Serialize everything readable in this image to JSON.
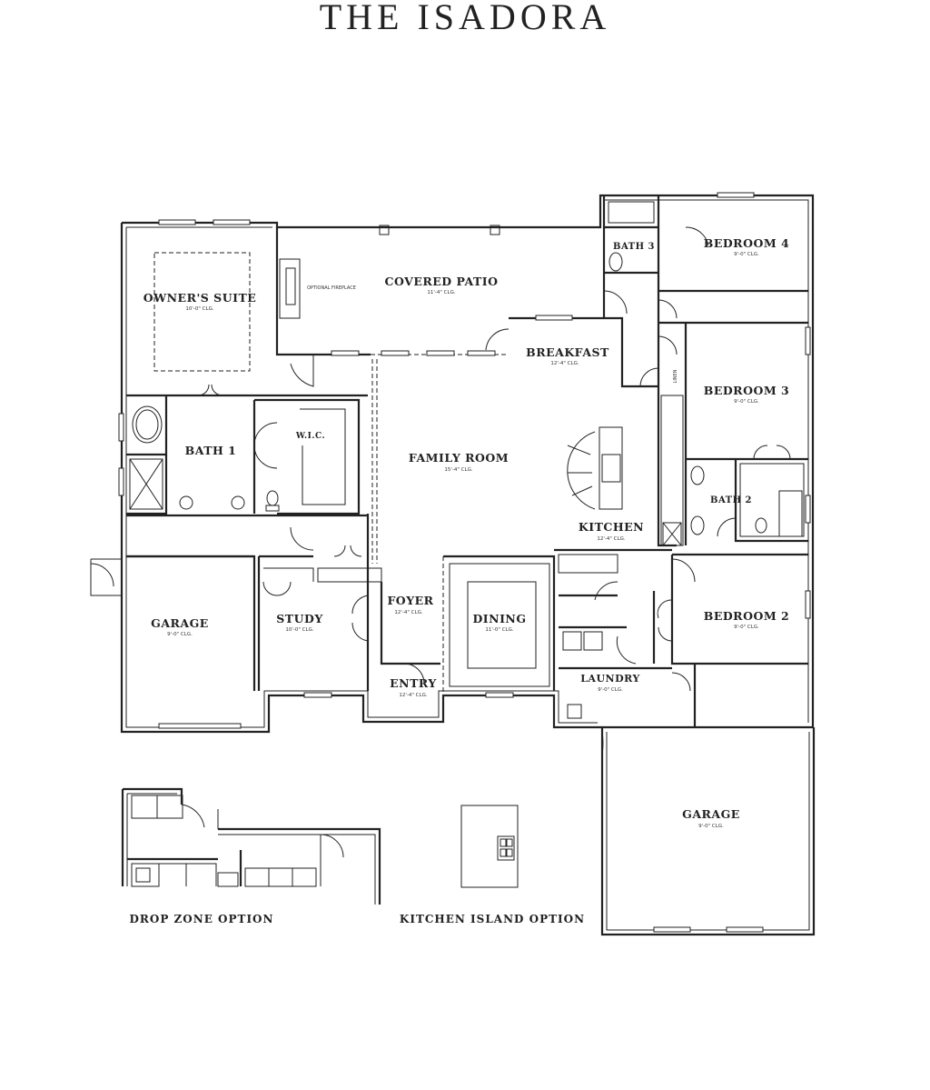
{
  "title": "THE ISADORA",
  "rooms": {
    "owners_suite": {
      "name": "OWNER'S SUITE",
      "ceiling": "10'-0\" CLG."
    },
    "covered_patio": {
      "name": "COVERED PATIO",
      "ceiling": "11'-4\" CLG."
    },
    "fireplace": {
      "name": "OPTIONAL FIREPLACE"
    },
    "breakfast": {
      "name": "BREAKFAST",
      "ceiling": "12'-4\" CLG."
    },
    "bath3": {
      "name": "BATH 3"
    },
    "bedroom4": {
      "name": "BEDROOM 4",
      "ceiling": "9'-0\" CLG."
    },
    "bedroom3": {
      "name": "BEDROOM 3",
      "ceiling": "9'-0\" CLG."
    },
    "bath1": {
      "name": "BATH 1"
    },
    "wic": {
      "name": "W.I.C."
    },
    "family_room": {
      "name": "FAMILY ROOM",
      "ceiling": "15'-4\" CLG."
    },
    "kitchen": {
      "name": "KITCHEN",
      "ceiling": "12'-4\" CLG."
    },
    "bath2": {
      "name": "BATH 2"
    },
    "garage_left": {
      "name": "GARAGE",
      "ceiling": "9'-0\" CLG."
    },
    "study": {
      "name": "STUDY",
      "ceiling": "10'-0\" CLG."
    },
    "foyer": {
      "name": "FOYER",
      "ceiling": "12'-4\" CLG."
    },
    "dining": {
      "name": "DINING",
      "ceiling": "11'-0\" CLG."
    },
    "bedroom2": {
      "name": "BEDROOM 2",
      "ceiling": "9'-0\" CLG."
    },
    "entry": {
      "name": "ENTRY",
      "ceiling": "12'-4\" CLG."
    },
    "laundry": {
      "name": "LAUNDRY",
      "ceiling": "9'-0\" CLG."
    },
    "garage_right": {
      "name": "GARAGE",
      "ceiling": "9'-0\" CLG."
    },
    "closet": {
      "name": "LINEN"
    }
  },
  "options": {
    "drop_zone": "DROP ZONE OPTION",
    "kitchen_island": "KITCHEN ISLAND OPTION"
  }
}
